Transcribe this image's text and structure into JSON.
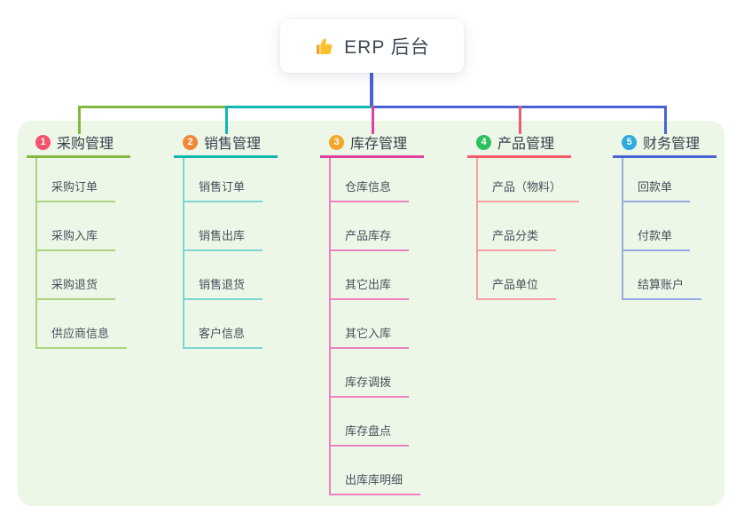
{
  "root": {
    "label": "ERP 后台",
    "icon": "thumbs-up-icon",
    "stem_color": "#4a63d4"
  },
  "canvas": {
    "background": "#ffffff",
    "panel_background": "#edf7e7"
  },
  "branches": [
    {
      "num": "1",
      "title": "采购管理",
      "badge_color": "#f4516c",
      "line_color": "#82b83e",
      "light_color": "#aed380",
      "children": [
        "采购订单",
        "采购入库",
        "采购退货",
        "供应商信息"
      ]
    },
    {
      "num": "2",
      "title": "销售管理",
      "badge_color": "#f0883a",
      "line_color": "#13b7b1",
      "light_color": "#7fd4cf",
      "children": [
        "销售订单",
        "销售出库",
        "销售退货",
        "客户信息"
      ]
    },
    {
      "num": "3",
      "title": "库存管理",
      "badge_color": "#f5a62c",
      "line_color": "#e0419e",
      "light_color": "#ec82c1",
      "children": [
        "仓库信息",
        "产品库存",
        "其它出库",
        "其它入库",
        "库存调拨",
        "库存盘点",
        "出库库明细"
      ]
    },
    {
      "num": "4",
      "title": "产品管理",
      "badge_color": "#2ec05f",
      "line_color": "#f25a68",
      "light_color": "#f7a0a4",
      "children": [
        "产品（物料）",
        "产品分类",
        "产品单位"
      ]
    },
    {
      "num": "5",
      "title": "财务管理",
      "badge_color": "#30a8e0",
      "line_color": "#4a63d4",
      "light_color": "#97abe5",
      "children": [
        "回款单",
        "付款单",
        "结算账户"
      ]
    }
  ]
}
